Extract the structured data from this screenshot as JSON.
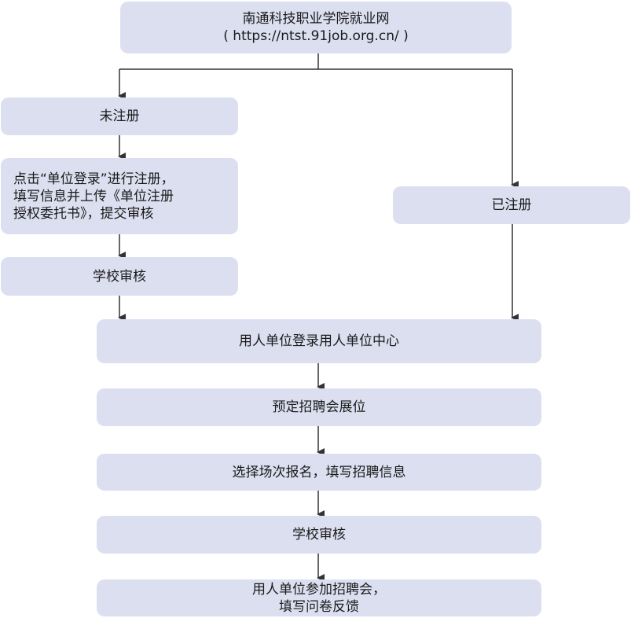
{
  "nodes": {
    "website": {
      "line1": "南通科技职业学院就业网",
      "line2": "( https://ntst.91job.org.cn/ )"
    },
    "unregistered": {
      "label": "未注册"
    },
    "register_steps": {
      "line1": "点击“单位登录”进行注册，",
      "line2": "填写信息并上传《单位注册",
      "line3": "授权委托书》，提交审核"
    },
    "school_review_1": {
      "label": "学校审核"
    },
    "registered": {
      "label": "已注册"
    },
    "login_center": {
      "label": "用人单位登录用人单位中心"
    },
    "book_booth": {
      "label": "预定招聘会展位"
    },
    "select_session": {
      "label": "选择场次报名，填写招聘信息"
    },
    "school_review_2": {
      "label": "学校审核"
    },
    "attend_fair": {
      "line1": "用人单位参加招聘会，",
      "line2": "填写问卷反馈"
    }
  },
  "colors": {
    "node_fill": "#dcdff0",
    "line": "#333333",
    "text": "#1a1a1a"
  }
}
